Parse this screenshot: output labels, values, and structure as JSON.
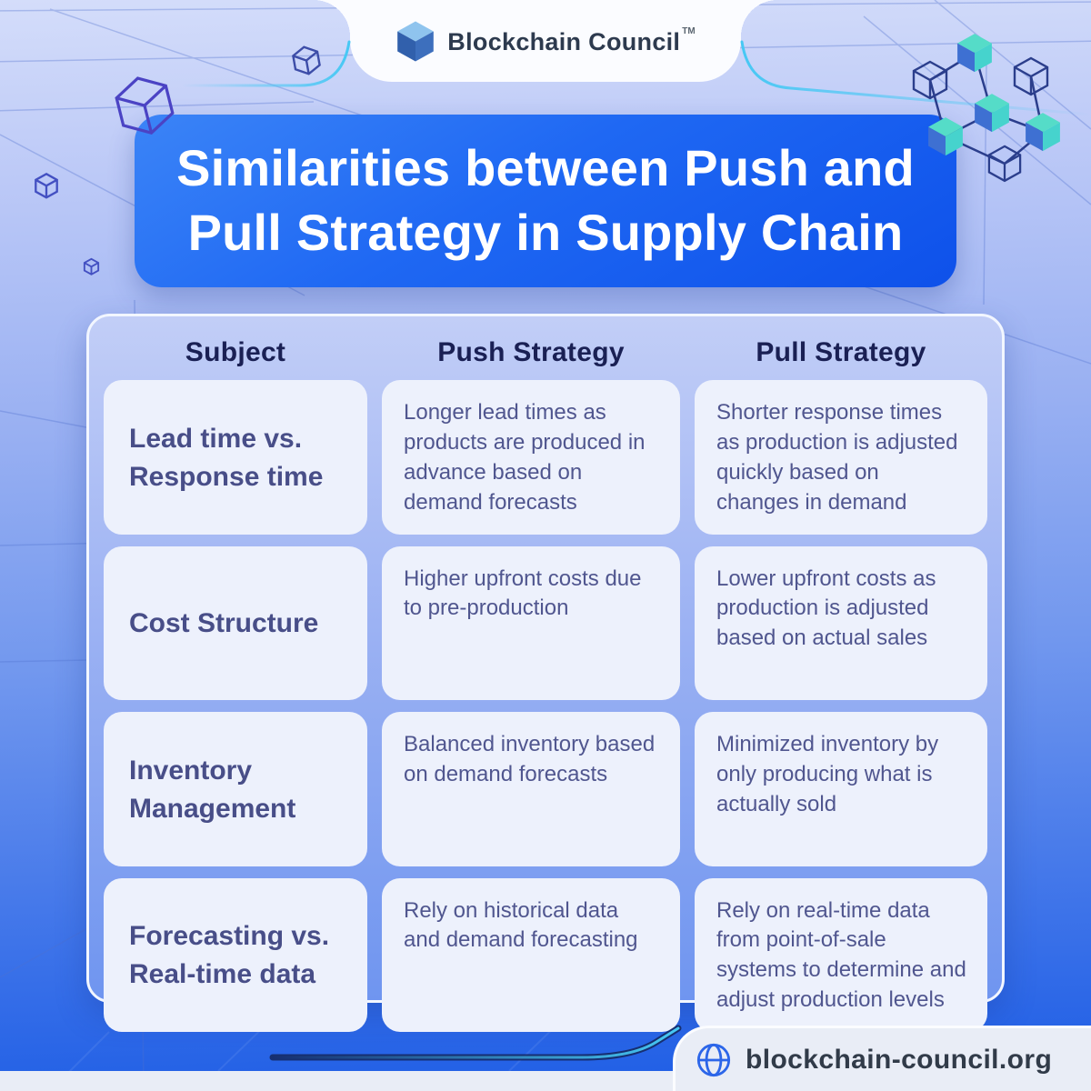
{
  "brand": {
    "name": "Blockchain Council",
    "trademark": "TM"
  },
  "title": {
    "line1": "Similarities between Push and",
    "line2": "Pull Strategy in Supply Chain"
  },
  "table": {
    "headers": [
      "Subject",
      "Push Strategy",
      "Pull Strategy"
    ],
    "rows": [
      {
        "subject": "Lead time vs. Response time",
        "push": "Longer lead times as products are produced in advance based on demand forecasts",
        "pull": "Shorter response times as production is adjusted quickly based on changes in demand"
      },
      {
        "subject": "Cost Structure",
        "push": "Higher upfront costs due to pre-production",
        "pull": "Lower upfront costs as production is adjusted based on actual sales"
      },
      {
        "subject": "Inventory Management",
        "push": "Balanced inventory based on demand forecasts",
        "pull": "Minimized inventory by only producing what is actually sold"
      },
      {
        "subject": "Forecasting vs. Real-time data",
        "push": "Rely on historical data and demand forecasting",
        "pull": "Rely on real-time data from point-of-sale systems to determine and adjust production levels"
      }
    ]
  },
  "footer": {
    "url": "blockchain-council.org"
  },
  "icons": {
    "logo": "blockchain-cube-logo-icon",
    "footer": "globe-icon",
    "decor_left": "wireframe-cube-icons",
    "decor_right": "blockchain-network-cubes-icon"
  },
  "colors": {
    "banner_blue": "#1f68f3",
    "page_top": "#d4ddfa",
    "page_bottom": "#1c5ce5",
    "cell_bg": "#edf1fc",
    "header_text": "#1a2054",
    "body_text": "#50568f",
    "accent_cyan": "#3cc6f3",
    "cube_teal": "#55dcc8",
    "cube_blue": "#3e70d2"
  }
}
